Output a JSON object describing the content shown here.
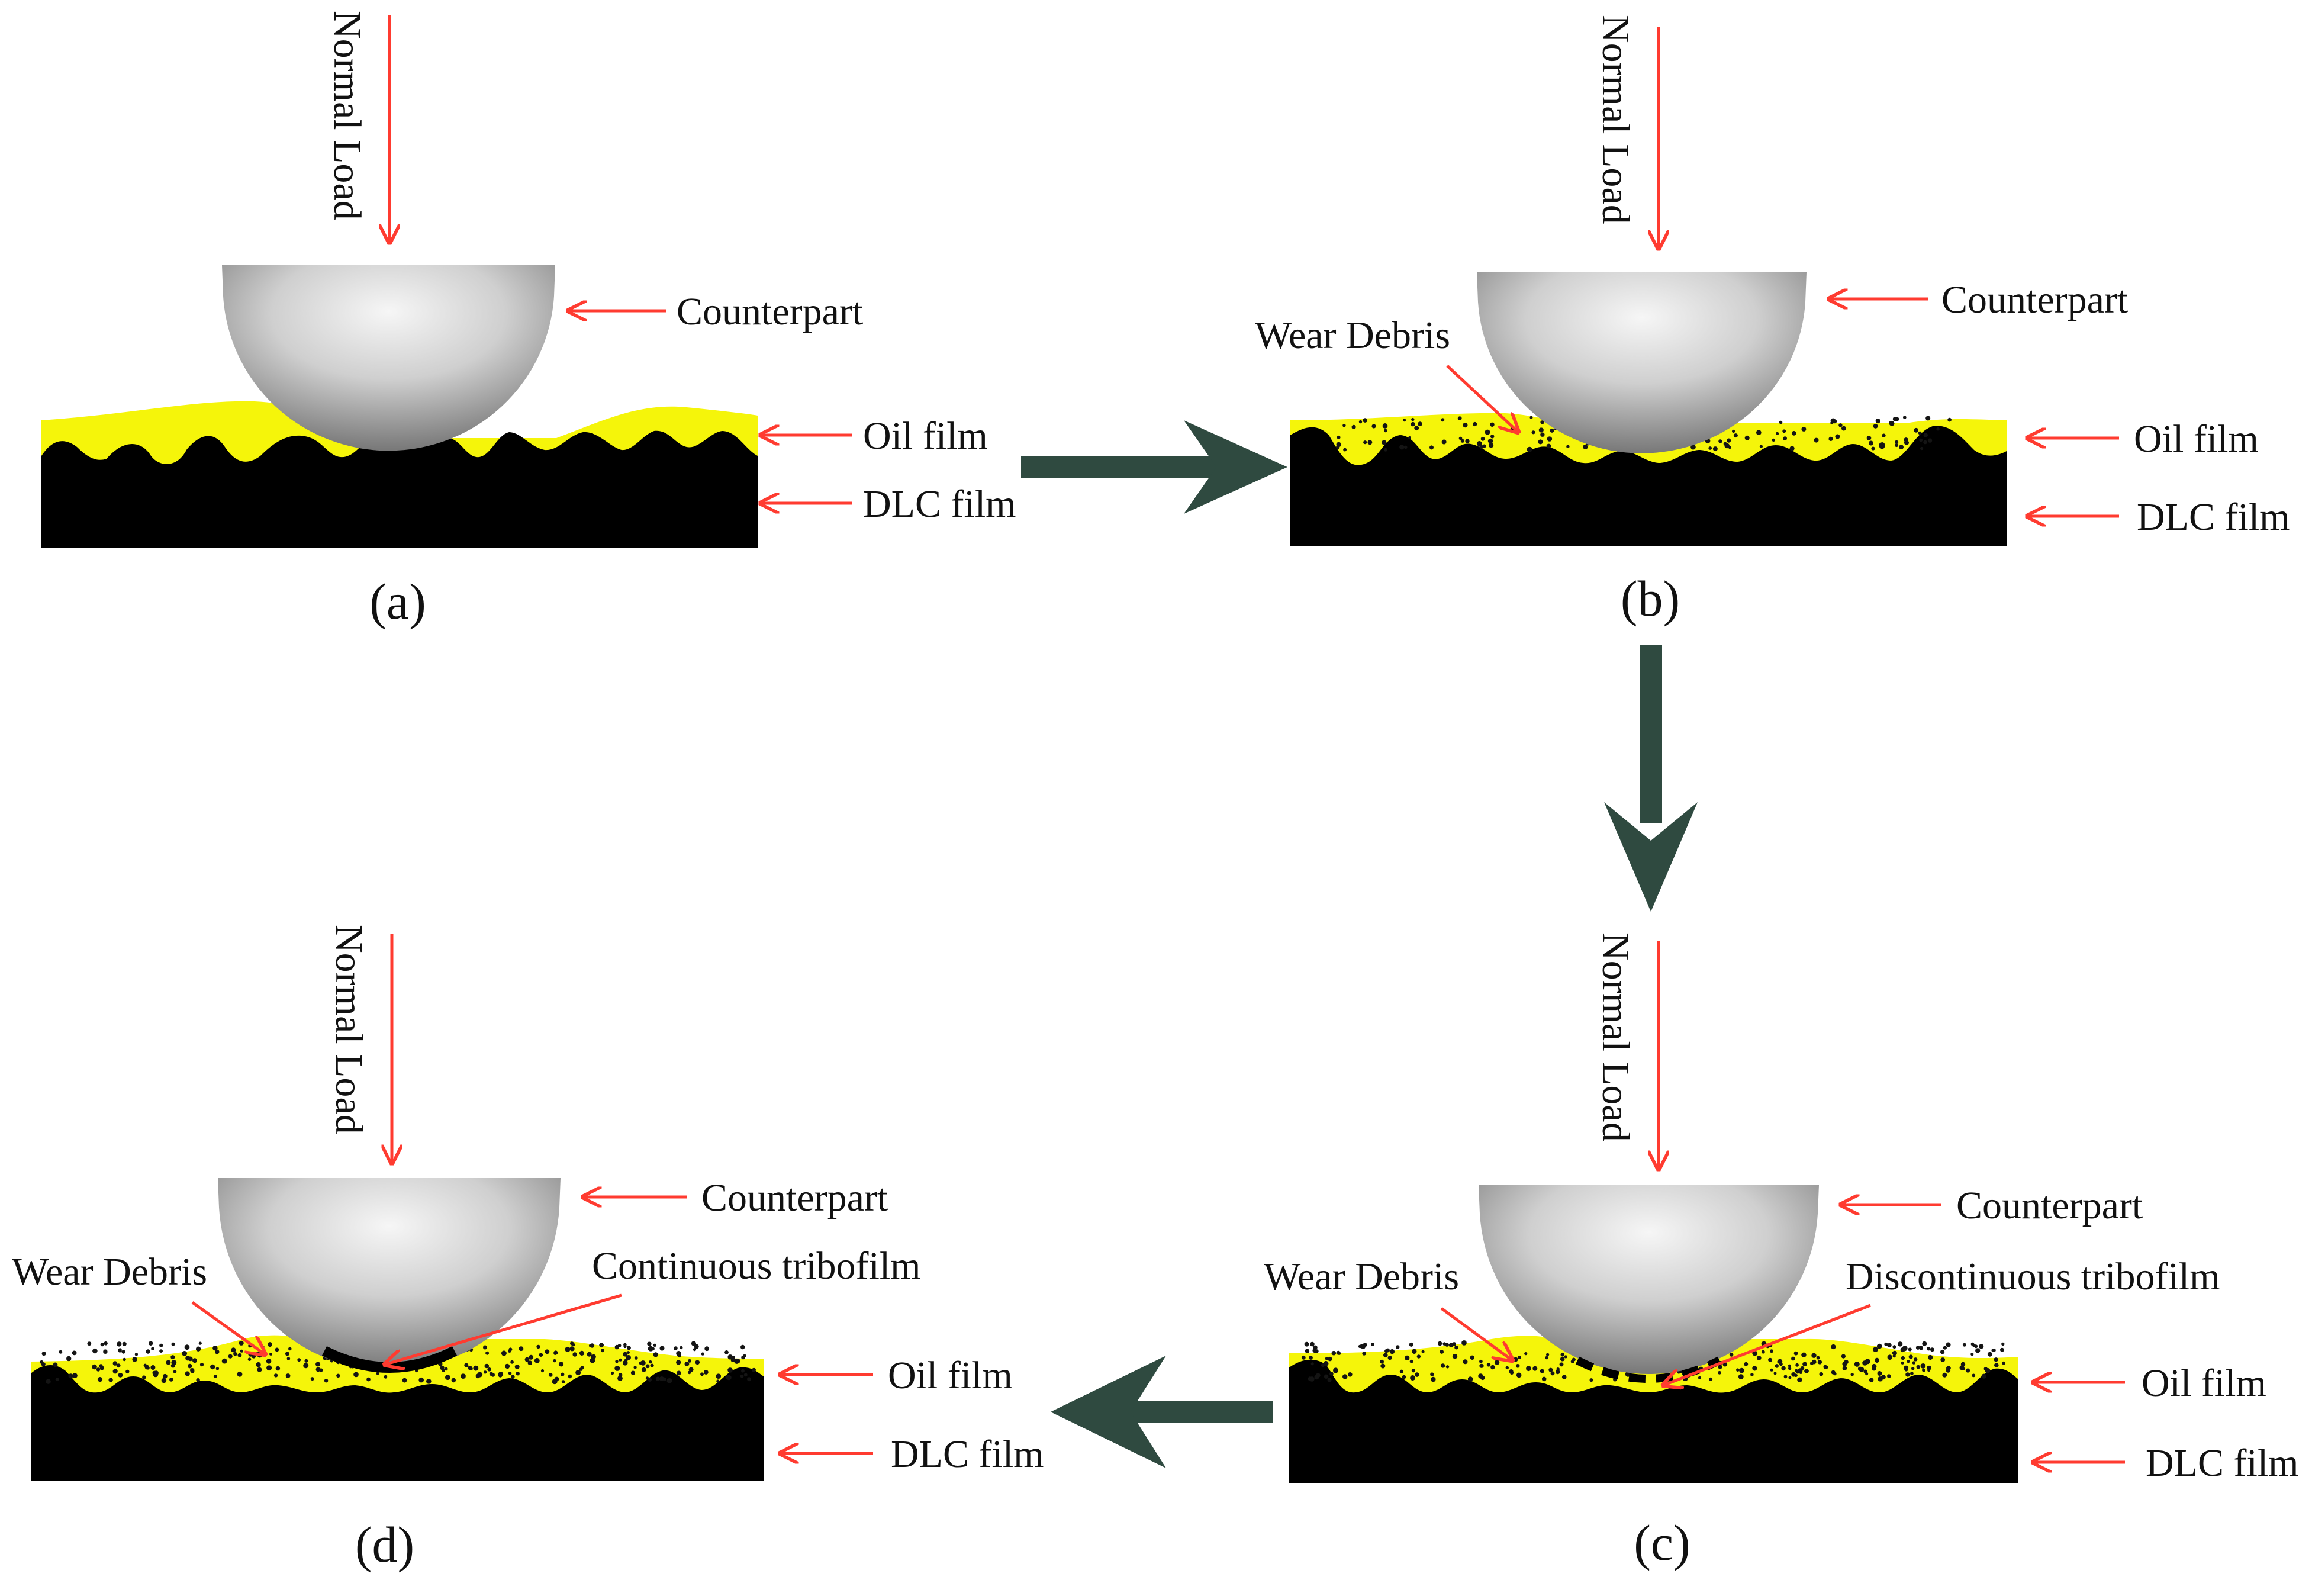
{
  "colors": {
    "oil": "#f5f50a",
    "dlc": "#000000",
    "pointer": "#ff3b30",
    "flow_arrow": "#2f4a40",
    "ball_light": "#f4f4f4",
    "ball_dark": "#6c6c6c",
    "debris": "#141414"
  },
  "panels": {
    "a": {
      "caption": "(a)",
      "normal_load": "Normal Load",
      "counterpart": "Counterpart",
      "oil_film": "Oil film",
      "dlc_film": "DLC film"
    },
    "b": {
      "caption": "(b)",
      "normal_load": "Normal Load",
      "counterpart": "Counterpart",
      "wear_debris": "Wear Debris",
      "oil_film": "Oil film",
      "dlc_film": "DLC film"
    },
    "c": {
      "caption": "(c)",
      "normal_load": "Normal Load",
      "counterpart": "Counterpart",
      "wear_debris": "Wear Debris",
      "tribofilm": "Discontinuous tribofilm",
      "oil_film": "Oil film",
      "dlc_film": "DLC film"
    },
    "d": {
      "caption": "(d)",
      "normal_load": "Normal Load",
      "counterpart": "Counterpart",
      "wear_debris": "Wear Debris",
      "tribofilm": "Continuous tribofilm",
      "oil_film": "Oil film",
      "dlc_film": "DLC film"
    }
  }
}
